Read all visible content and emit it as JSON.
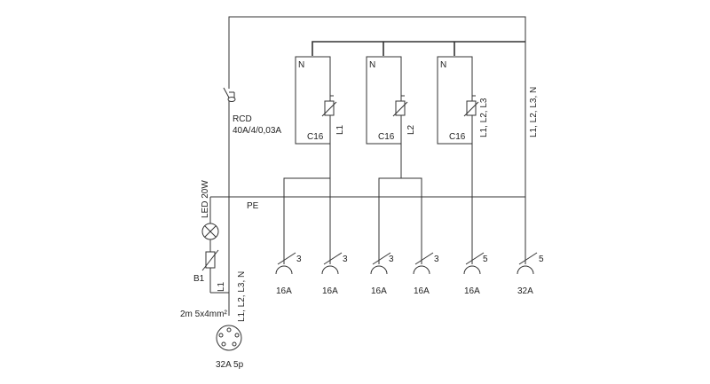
{
  "rcd": {
    "label": "RCD",
    "rating": "40A/4/0,03A"
  },
  "breakers": [
    {
      "neutral": "N",
      "rating": "C16",
      "phase": "L1"
    },
    {
      "neutral": "N",
      "rating": "C16",
      "phase": "L2"
    },
    {
      "neutral": "N",
      "rating": "C16",
      "phase": "L1, L2, L3"
    }
  ],
  "right_bus_label": "L1, L2, L3, N",
  "pe_label": "PE",
  "lamp": {
    "label": "LED 20W"
  },
  "fuse": {
    "label": "B1",
    "phase": "L1"
  },
  "feed": {
    "phases": "L1, L2, L3, N",
    "cable": "2m 5x4mm²",
    "plug": "32A 5p"
  },
  "sockets": [
    {
      "poles": "3",
      "rating": "16A"
    },
    {
      "poles": "3",
      "rating": "16A"
    },
    {
      "poles": "3",
      "rating": "16A"
    },
    {
      "poles": "3",
      "rating": "16A"
    },
    {
      "poles": "5",
      "rating": "16A"
    },
    {
      "poles": "5",
      "rating": "32A"
    }
  ]
}
